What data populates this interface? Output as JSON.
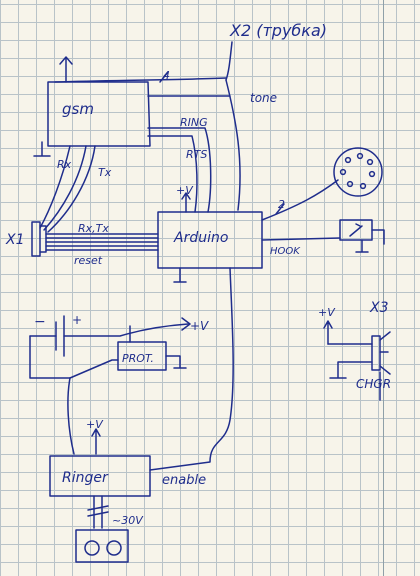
{
  "title": "X2 (трубка)",
  "blocks": {
    "gsm": "gsm",
    "arduino": "Arduino",
    "prot": "PROT.",
    "ringer": "Ringer"
  },
  "connectors": {
    "x1": "X1",
    "x3": "X3"
  },
  "signals": {
    "bus_count": "4",
    "tone": "tone",
    "ring": "RING",
    "rts": "RTS",
    "rx": "Rx",
    "tx": "Tx",
    "rx_tx": "Rx,Tx",
    "reset": "reset",
    "hook": "HOOK",
    "dial_count": "2",
    "enable": "enable",
    "ac_voltage": "~30V",
    "chgr": "CHGR"
  },
  "power": {
    "vplus": "+V",
    "minus": "−",
    "plus": "+"
  },
  "colors": {
    "ink": "#1f2d8c",
    "paper": "#f7f4ea",
    "grid": "#b9c3c8"
  }
}
